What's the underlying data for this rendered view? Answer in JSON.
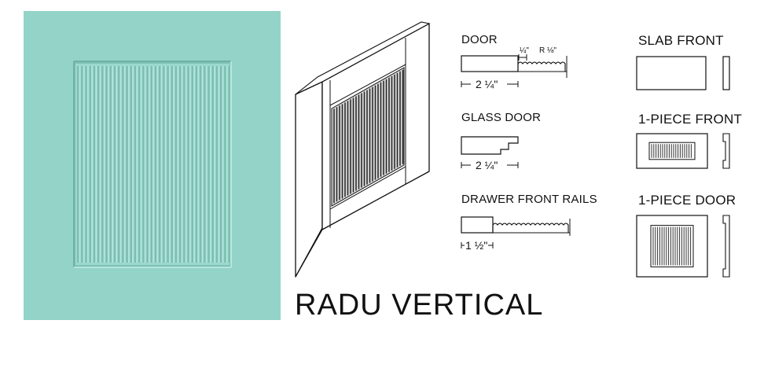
{
  "product": {
    "title": "RADU VERTICAL",
    "finish_color": "#93d3c8"
  },
  "profiles": {
    "door": {
      "label": "DOOR",
      "width": "2 ¼\"",
      "bead_width": "¼\"",
      "radius": "R ⅛\""
    },
    "glass_door": {
      "label": "GLASS DOOR",
      "width": "2 ¼\""
    },
    "drawer_front_rails": {
      "label": "DRAWER FRONT RAILS",
      "width": "1 ½\""
    }
  },
  "front_types": {
    "slab_front": {
      "label": "SLAB FRONT"
    },
    "one_piece_front": {
      "label": "1-PIECE FRONT"
    },
    "one_piece_door": {
      "label": "1-PIECE DOOR"
    }
  }
}
